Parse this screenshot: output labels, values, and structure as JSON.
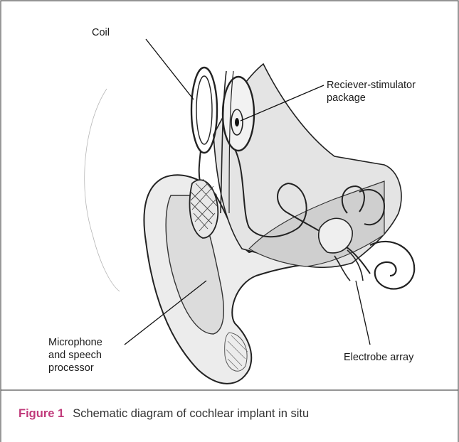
{
  "labels": {
    "coil": "Coil",
    "receiver": [
      "Reciever-stimulator",
      "package"
    ],
    "microphone": [
      "Microphone",
      "and speech",
      "processor"
    ],
    "electrode": "Electrobe array"
  },
  "caption": {
    "figure": "Figure 1",
    "text": "Schematic diagram of cochlear implant in situ"
  },
  "colors": {
    "border": "#555555",
    "figure_accent": "#c0397a",
    "sketch_ink": "#222222",
    "shading": "#cfcfcf"
  }
}
